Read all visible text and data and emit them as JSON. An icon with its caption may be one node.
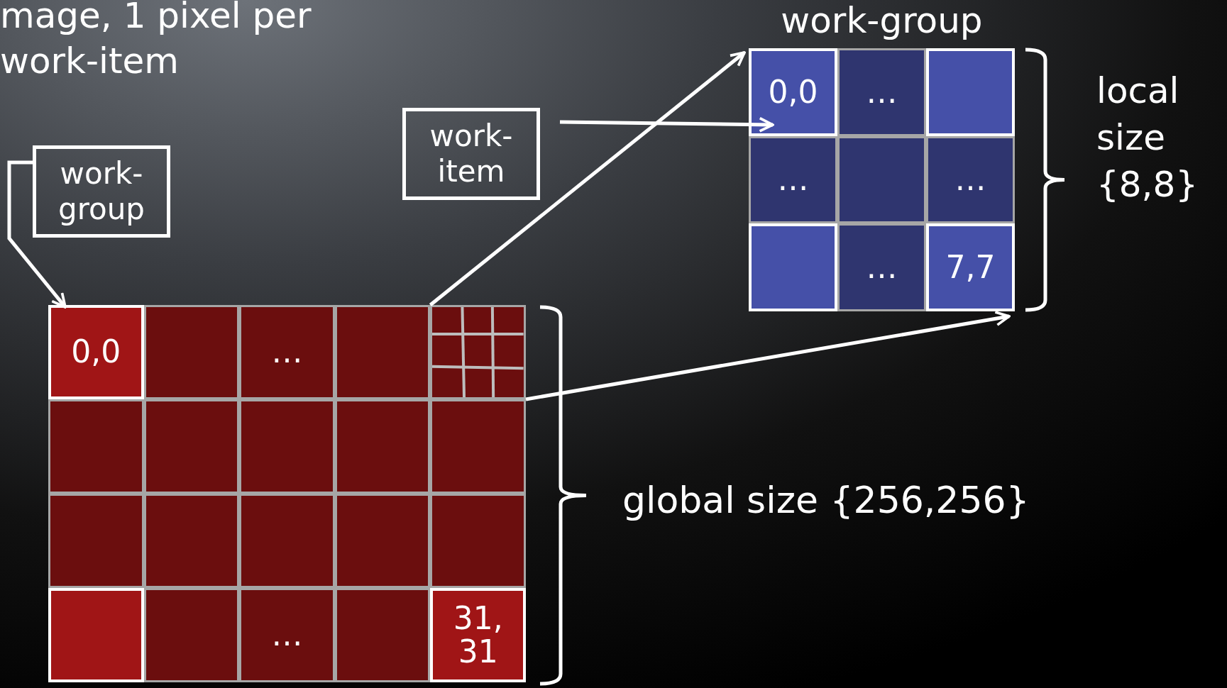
{
  "diagram": {
    "nodes": [
      {
        "text": [
          "work-group"
        ]
      },
      {
        "text": [
          "work-item"
        ]
      },
      {
        "text": [
          "work-group"
        ],
        "beside": [
          "local size {8,8}"
        ]
      },
      {
        "text": [
          "0,0"
        ],
        "in": 2
      },
      {
        "text": [
          "…"
        ],
        "in": 2
      },
      {
        "text": [],
        "shape": "box",
        "in": 2
      },
      {
        "text": [
          "…"
        ],
        "in": 2
      },
      {
        "text": [],
        "shape": "box",
        "in": 2
      },
      {
        "text": [
          "…"
        ],
        "in": 2
      },
      {
        "text": [],
        "shape": "box",
        "in": 2
      },
      {
        "text": [
          "…"
        ],
        "in": 2
      },
      {
        "text": [
          "7,7"
        ],
        "in": 2
      },
      {
        "text": [],
        "shape": "box",
        "beside": [
          "global size {256,256}"
        ]
      },
      {
        "text": [
          "0,0"
        ],
        "in": 12
      },
      {
        "text": [],
        "shape": "box",
        "in": 12
      },
      {
        "text": [
          "…"
        ],
        "in": 12
      },
      {
        "text": [],
        "shape": "box",
        "in": 12
      },
      {
        "text": [],
        "shape": "box",
        "in": 12
      },
      {
        "text": [],
        "shape": "box",
        "in": 12
      },
      {
        "text": [],
        "shape": "box",
        "in": 12
      },
      {
        "text": [],
        "shape": "box",
        "in": 12
      },
      {
        "text": [],
        "shape": "box",
        "in": 12
      },
      {
        "text": [],
        "shape": "box",
        "in": 12
      },
      {
        "text": [],
        "shape": "box",
        "in": 12
      },
      {
        "text": [],
        "shape": "box",
        "in": 12
      },
      {
        "text": [],
        "shape": "box",
        "in": 12
      },
      {
        "text": [],
        "shape": "box",
        "in": 12
      },
      {
        "text": [],
        "shape": "box",
        "in": 12
      },
      {
        "text": [],
        "shape": "box",
        "in": 12
      },
      {
        "text": [],
        "shape": "box",
        "in": 12
      },
      {
        "text": [
          "…"
        ],
        "in": 12
      },
      {
        "text": [],
        "shape": "box",
        "in": 12
      },
      {
        "text": [
          "31, 31"
        ],
        "in": 12
      }
    ],
    "edges": [
      {
        "from": 0,
        "to": 13,
        "arrow": "to"
      },
      {
        "from": 1,
        "to": 3,
        "arrow": "to"
      },
      {
        "from": 17,
        "to": 2,
        "arrow": "to"
      },
      {
        "from": 17,
        "to": 2,
        "arrow": "to"
      }
    ],
    "labels": [
      "mage, 1 pixel per work-item"
    ]
  }
}
